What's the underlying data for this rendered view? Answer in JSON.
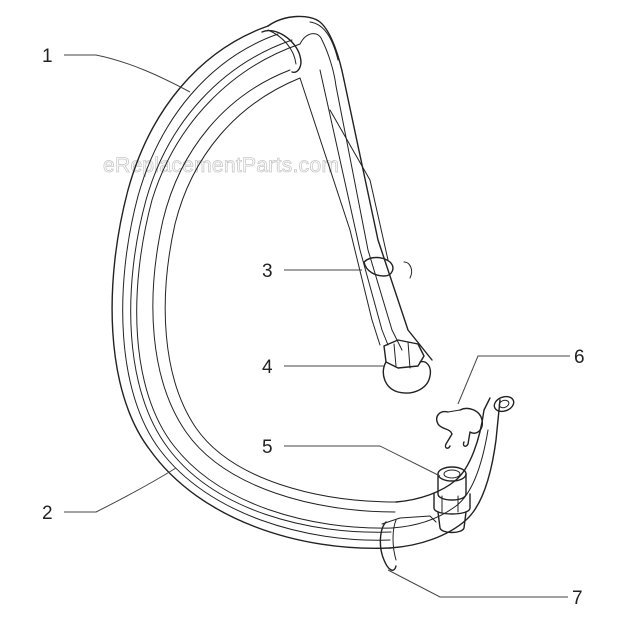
{
  "watermark": "eReplacementParts.com",
  "callouts": [
    {
      "id": "1",
      "label": "1"
    },
    {
      "id": "2",
      "label": "2"
    },
    {
      "id": "3",
      "label": "3"
    },
    {
      "id": "4",
      "label": "4"
    },
    {
      "id": "5",
      "label": "5"
    },
    {
      "id": "6",
      "label": "6"
    },
    {
      "id": "7",
      "label": "7"
    }
  ]
}
